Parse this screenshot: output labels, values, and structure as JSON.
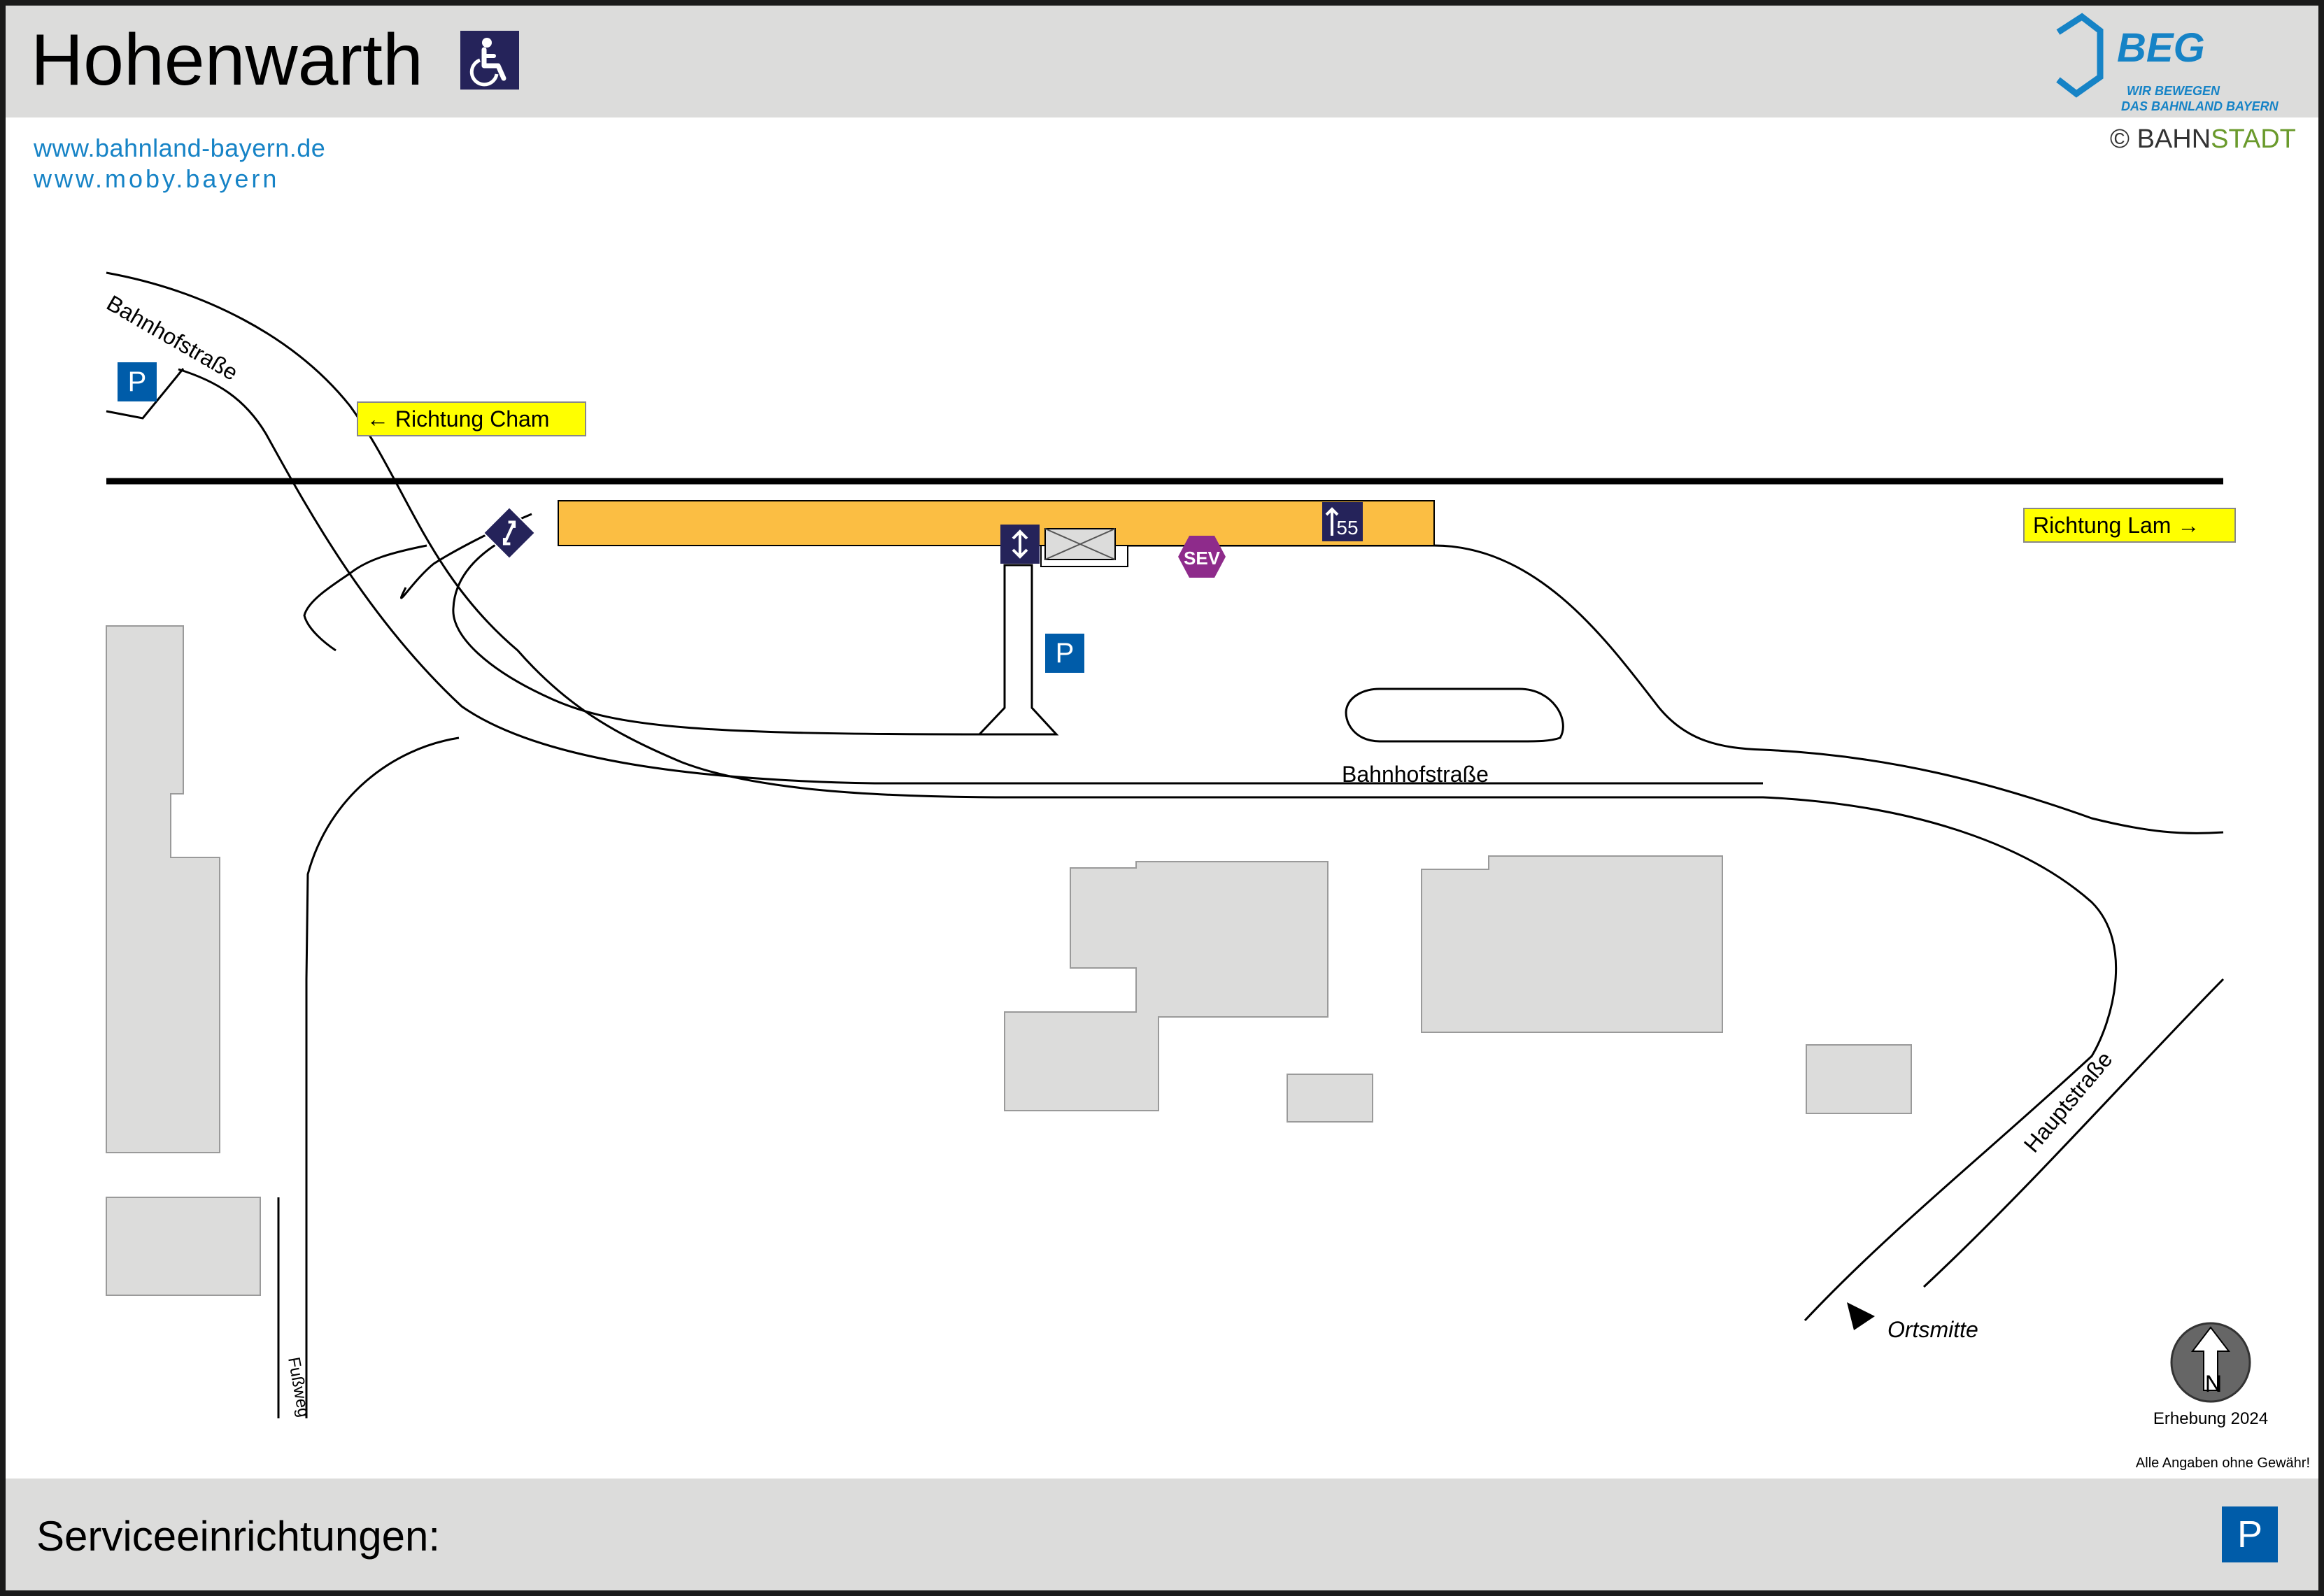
{
  "header": {
    "title": "Hohenwarth",
    "links": [
      "www.bahnland-bayern.de",
      "www.moby.bayern"
    ],
    "logo": {
      "name": "BEG",
      "slogan_line1": "WIR BEWEGEN",
      "slogan_line2": "DAS BAHNLAND BAYERN"
    },
    "copyright_symbol": "©",
    "copyright_part1": "BAHN",
    "copyright_part2": "STADT"
  },
  "map": {
    "direction_left": "Richtung Cham",
    "direction_right": "Richtung Lam",
    "left_arrow": "←",
    "right_arrow": "→",
    "street_top": "Bahnhofstraße",
    "street_main": "Bahnhofstraße",
    "street_hauptstrasse": "Hauptstraße",
    "footpath": "Fußweg",
    "ortsmitte": "Ortsmitte",
    "parking_symbol": "P",
    "sev_label": "SEV",
    "platform_number": "55",
    "north_letter": "N",
    "survey": "Erhebung 2024",
    "disclaimer": "Alle Angaben ohne Gewähr!"
  },
  "footer": {
    "services_label": "Serviceeinrichtungen:",
    "service_icons": [
      "P"
    ]
  },
  "colors": {
    "header_bg": "#dcdcdb",
    "platform": "#fbbe43",
    "symbol_navy": "#25235a",
    "parking_blue": "#005ca9",
    "sev_purple": "#8e2b8b",
    "direction_sign": "#ffff00",
    "building": "#dcdcdb",
    "link_blue": "#1683c6"
  },
  "icons": [
    "wheelchair-icon",
    "ramp-icon",
    "elevator-icon",
    "parking-icon",
    "sev-bus-icon",
    "platform-access-icon",
    "north-arrow-icon",
    "beg-logo"
  ]
}
